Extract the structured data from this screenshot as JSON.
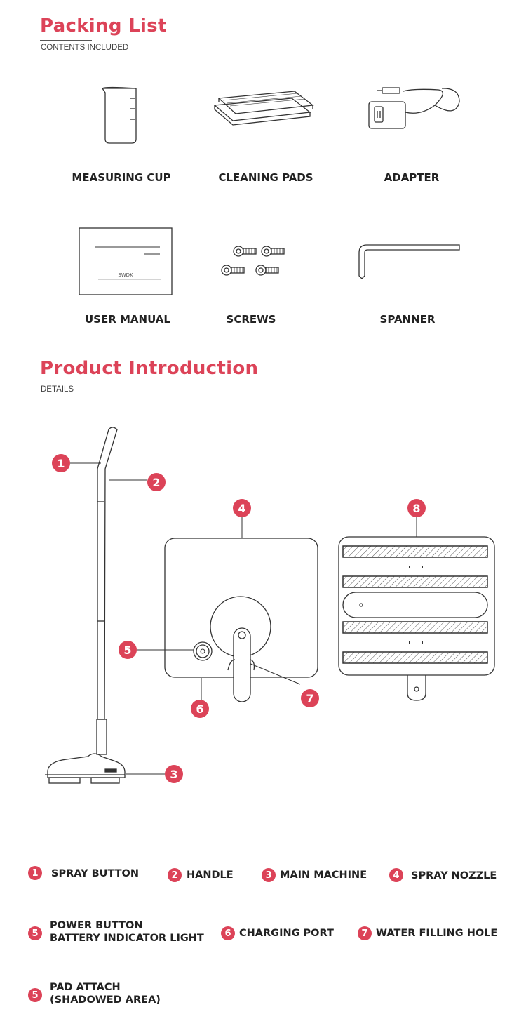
{
  "colors": {
    "accent": "#dc4358",
    "text": "#222222",
    "line": "#333333"
  },
  "packing": {
    "title": "Packing List",
    "subtitle": "CONTENTS INCLUDED",
    "items": [
      {
        "label": "MEASURING CUP",
        "icon": "measuring-cup"
      },
      {
        "label": "CLEANING PADS",
        "icon": "cleaning-pads"
      },
      {
        "label": "ADAPTER",
        "icon": "adapter"
      },
      {
        "label": "USER MANUAL",
        "icon": "user-manual"
      },
      {
        "label": "SCREWS",
        "icon": "screws"
      },
      {
        "label": "SPANNER",
        "icon": "spanner"
      }
    ],
    "manual_brand": "SWDK"
  },
  "intro": {
    "title": "Product Introduction",
    "subtitle": "DETAILS",
    "callouts": [
      "1",
      "2",
      "3",
      "4",
      "5",
      "6",
      "7",
      "8"
    ],
    "legend": [
      {
        "num": "1",
        "lines": [
          "SPRAY BUTTON"
        ]
      },
      {
        "num": "2",
        "lines": [
          "HANDLE"
        ]
      },
      {
        "num": "3",
        "lines": [
          "MAIN MACHINE"
        ]
      },
      {
        "num": "4",
        "lines": [
          "SPRAY NOZZLE"
        ]
      },
      {
        "num": "5",
        "lines": [
          "POWER BUTTON",
          "BATTERY INDICATOR LIGHT"
        ]
      },
      {
        "num": "6",
        "lines": [
          "CHARGING PORT"
        ]
      },
      {
        "num": "7",
        "lines": [
          "WATER FILLING HOLE"
        ]
      },
      {
        "num": "5",
        "lines": [
          "PAD ATTACH",
          "(SHADOWED AREA)"
        ]
      }
    ]
  }
}
